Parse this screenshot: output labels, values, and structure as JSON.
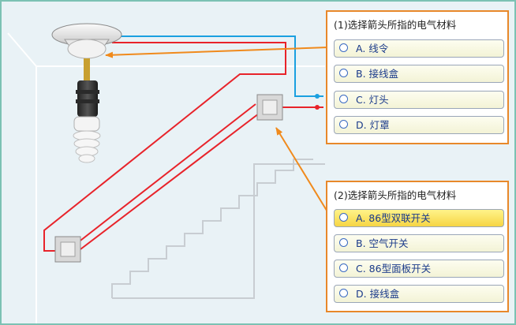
{
  "question1": {
    "title": "(1)选择箭头所指的电气材料",
    "options": [
      "A. 线令",
      "B. 接线盒",
      "C. 灯头",
      "D. 灯罩"
    ]
  },
  "question2": {
    "title": "(2)选择箭头所指的电气材料",
    "options": [
      "A. 86型双联开关",
      "B. 空气开关",
      "C. 86型面板开关",
      "D. 接线盒"
    ],
    "selected_index": 0
  },
  "colors": {
    "arrow": "#f08a1c",
    "panel_border": "#e8882a",
    "live_wire": "#e8232a",
    "neutral_wire": "#1aa0e0",
    "option_text": "#1a3a8a",
    "selected_option": "#f6d544"
  }
}
